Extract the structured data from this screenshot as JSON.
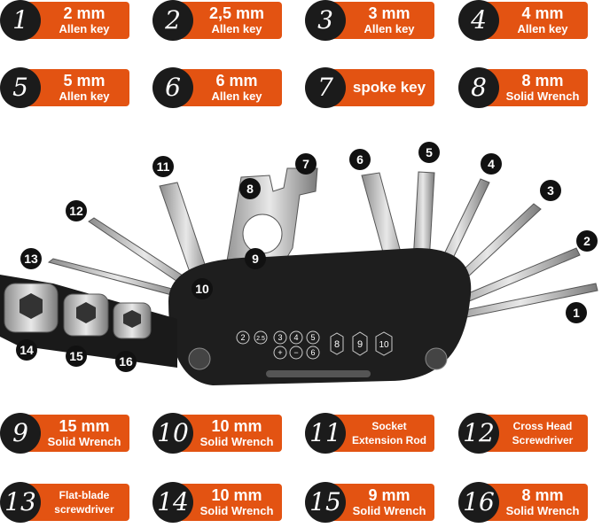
{
  "labels": [
    {
      "num": "1",
      "line1": "2 mm",
      "line2": "Allen key"
    },
    {
      "num": "2",
      "line1": "2,5 mm",
      "line2": "Allen key"
    },
    {
      "num": "3",
      "line1": "3 mm",
      "line2": "Allen key"
    },
    {
      "num": "4",
      "line1": "4 mm",
      "line2": "Allen key"
    },
    {
      "num": "5",
      "line1": "5 mm",
      "line2": "Allen key"
    },
    {
      "num": "6",
      "line1": "6 mm",
      "line2": "Allen key"
    },
    {
      "num": "7",
      "line1": "spoke key",
      "line2": ""
    },
    {
      "num": "8",
      "line1": "8 mm",
      "line2": "Solid Wrench"
    },
    {
      "num": "9",
      "line1": "15 mm",
      "line2": "Solid Wrench"
    },
    {
      "num": "10",
      "line1": "10 mm",
      "line2": "Solid Wrench"
    },
    {
      "num": "11",
      "line1": "Socket",
      "line2": "Extension Rod"
    },
    {
      "num": "12",
      "line1": "Cross Head",
      "line2": "Screwdriver"
    },
    {
      "num": "13",
      "line1": "Flat-blade",
      "line2": "screwdriver"
    },
    {
      "num": "14",
      "line1": "10 mm",
      "line2": "Solid Wrench"
    },
    {
      "num": "15",
      "line1": "9 mm",
      "line2": "Solid Wrench"
    },
    {
      "num": "16",
      "line1": "8 mm",
      "line2": "Solid Wrench"
    }
  ],
  "callouts": [
    "1",
    "2",
    "3",
    "4",
    "5",
    "6",
    "7",
    "8",
    "9",
    "10",
    "11",
    "12",
    "13",
    "14",
    "15",
    "16"
  ],
  "body_markings": [
    "2",
    "2.5",
    "3",
    "4",
    "5",
    "+",
    "−",
    "6",
    "8",
    "9",
    "10"
  ],
  "colors": {
    "accent": "#e35312",
    "badge": "#1b1b1b",
    "tool_body": "#1e1e1e",
    "steel": "#b8b8b8"
  }
}
